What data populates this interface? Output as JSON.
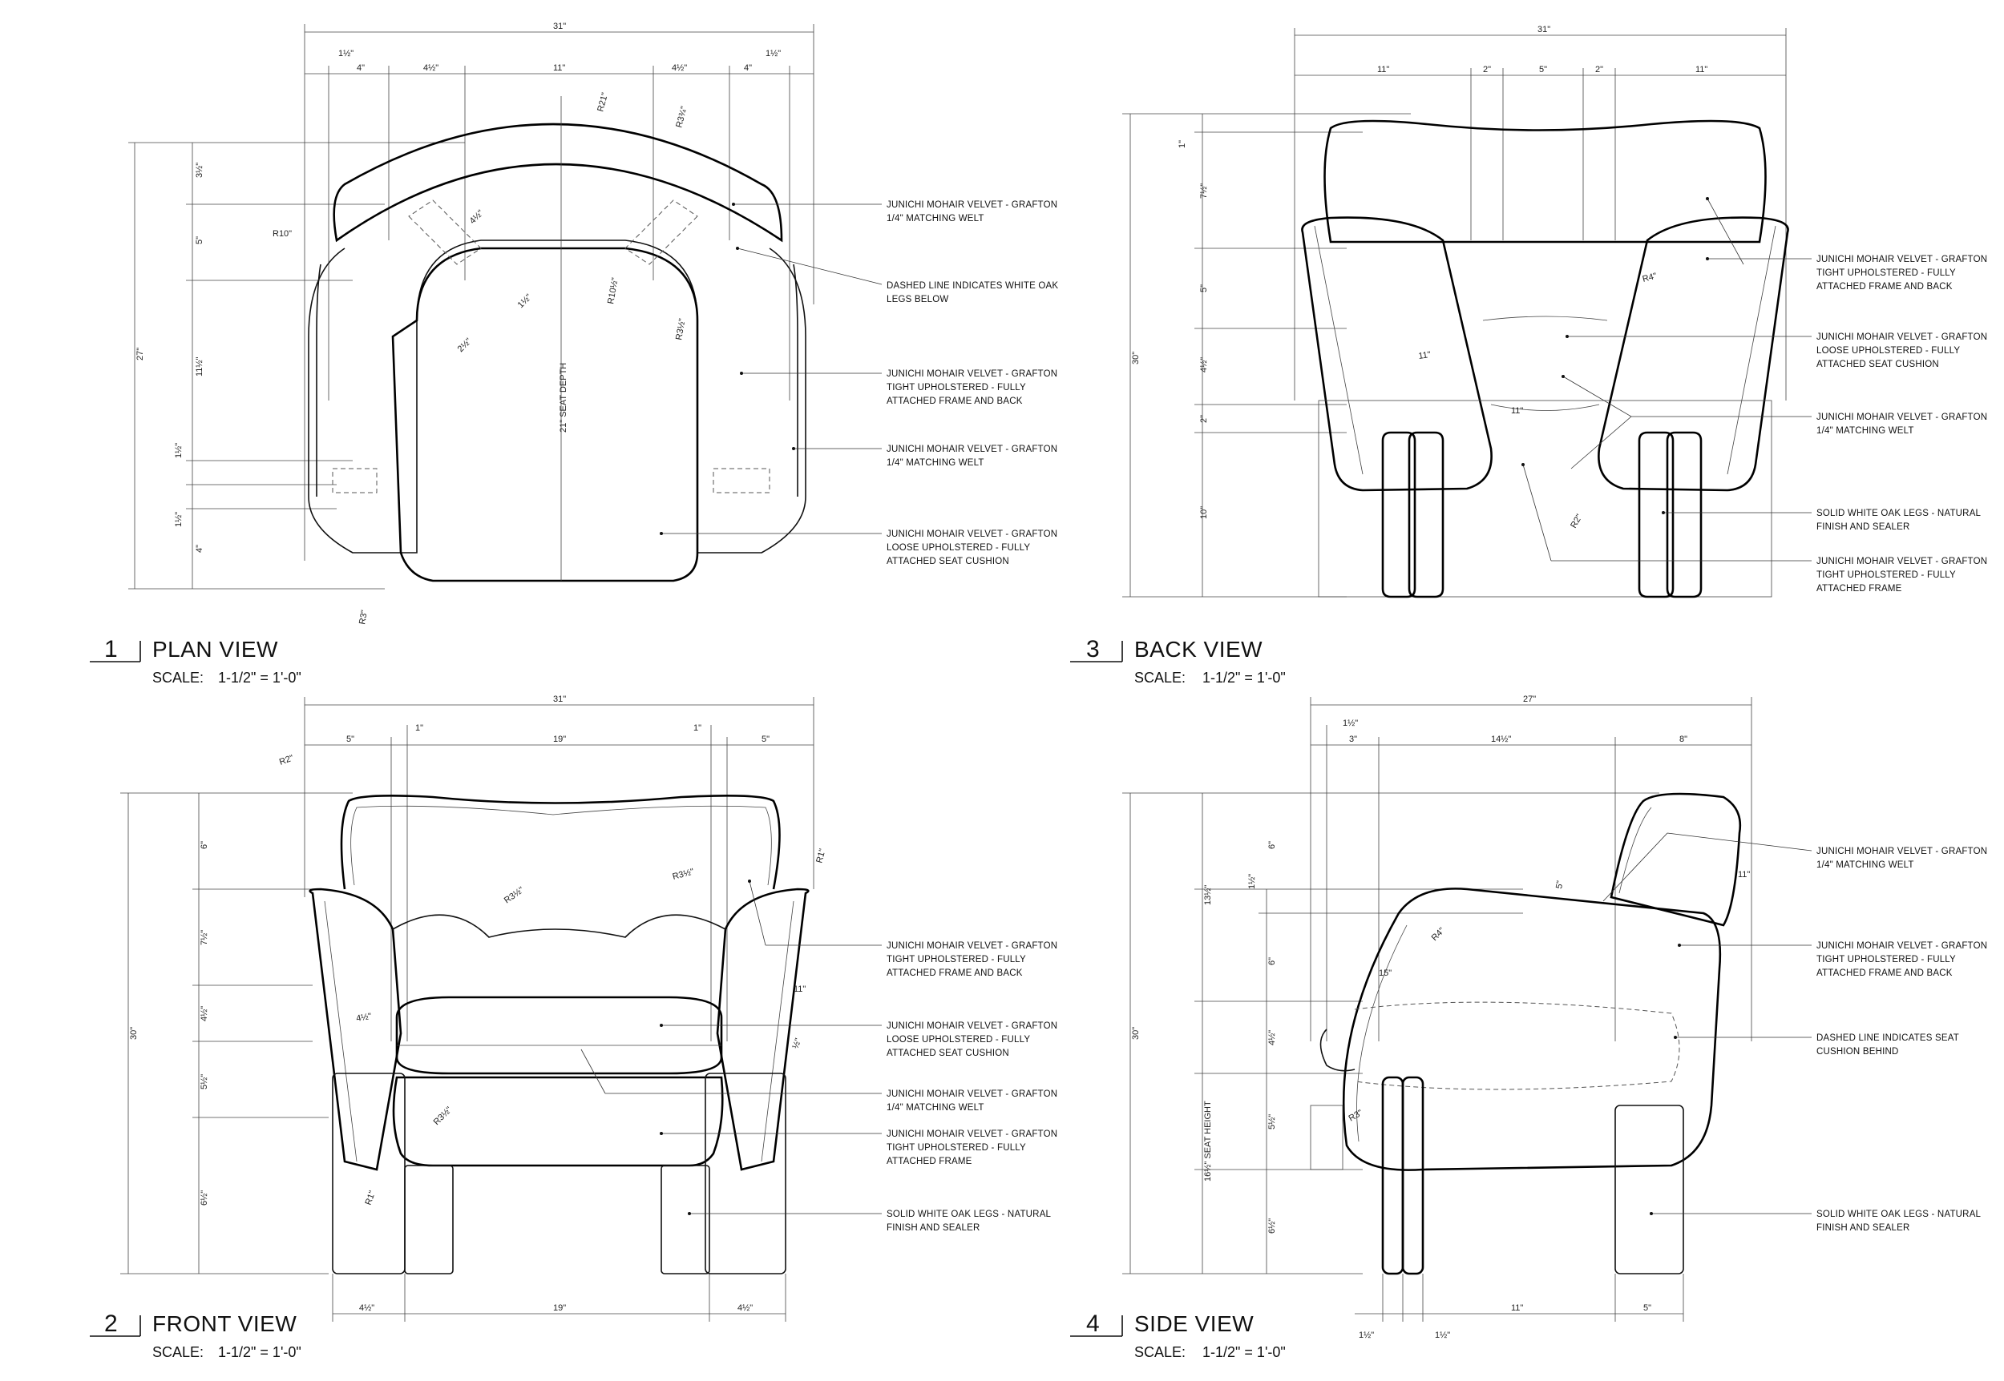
{
  "views": [
    {
      "number": "1",
      "title": "PLAN VIEW",
      "scale_label": "SCALE:",
      "scale_value": "1-1/2\" = 1'-0\"",
      "dims_top": [
        "31\"",
        "1½\"",
        "1½\"",
        "4\"",
        "4½\"",
        "11\"",
        "4½\"",
        "4\""
      ],
      "dims_left": [
        "27\"",
        "3½\"",
        "5\"",
        "11½\"",
        "1½\"",
        "1½\"",
        "4\""
      ],
      "dims_inner": [
        "R21\"",
        "R3¾\"",
        "R10\"",
        "4½\"",
        "1½\"",
        "2½\"",
        "R10½\"",
        "R3½\"",
        "21\" SEAT DEPTH",
        "R3\""
      ],
      "notes": [
        [
          "JUNICHI MOHAIR VELVET - GRAFTON",
          "1/4\" MATCHING WELT"
        ],
        [
          "DASHED LINE INDICATES WHITE OAK",
          "LEGS BELOW"
        ],
        [
          "JUNICHI MOHAIR VELVET - GRAFTON",
          "TIGHT UPHOLSTERED - FULLY",
          "ATTACHED FRAME AND BACK"
        ],
        [
          "JUNICHI MOHAIR VELVET - GRAFTON",
          "1/4\" MATCHING WELT"
        ],
        [
          "JUNICHI MOHAIR VELVET - GRAFTON",
          "LOOSE UPHOLSTERED - FULLY",
          "ATTACHED SEAT CUSHION"
        ]
      ]
    },
    {
      "number": "3",
      "title": "BACK VIEW",
      "scale_label": "SCALE:",
      "scale_value": "1-1/2\" = 1'-0\"",
      "dims_top": [
        "31\"",
        "11\"",
        "2\"",
        "5\"",
        "2\"",
        "11\""
      ],
      "dims_left": [
        "30\"",
        "1\"",
        "7½\"",
        "5\"",
        "4½\"",
        "2\"",
        "10\""
      ],
      "dims_inner": [
        "R4\"",
        "11\"",
        "11\"",
        "R2\""
      ],
      "notes": [
        [
          "JUNICHI MOHAIR VELVET - GRAFTON",
          "TIGHT UPHOLSTERED - FULLY",
          "ATTACHED FRAME AND BACK"
        ],
        [
          "JUNICHI MOHAIR VELVET - GRAFTON",
          "LOOSE UPHOLSTERED - FULLY",
          "ATTACHED SEAT CUSHION"
        ],
        [
          "JUNICHI MOHAIR VELVET - GRAFTON",
          "1/4\" MATCHING WELT"
        ],
        [
          "SOLID WHITE OAK LEGS - NATURAL",
          "FINISH AND SEALER"
        ],
        [
          "JUNICHI MOHAIR VELVET - GRAFTON",
          "TIGHT UPHOLSTERED - FULLY",
          "ATTACHED FRAME"
        ]
      ]
    },
    {
      "number": "2",
      "title": "FRONT VIEW",
      "scale_label": "SCALE:",
      "scale_value": "1-1/2\" = 1'-0\"",
      "dims_top": [
        "31\"",
        "1\"",
        "1\"",
        "5\"",
        "19\"",
        "5\""
      ],
      "dims_bottom": [
        "4½\"",
        "19\"",
        "4½\""
      ],
      "dims_left": [
        "30\"",
        "6\"",
        "7½\"",
        "4½\"",
        "5½\"",
        "6½\""
      ],
      "dims_inner": [
        "R2\"",
        "R1\"",
        "R3½\"",
        "R3½\"",
        "4½\"",
        "11\"",
        "½\"",
        "R3½\"",
        "R1\""
      ],
      "notes": [
        [
          "JUNICHI MOHAIR VELVET - GRAFTON",
          "TIGHT UPHOLSTERED - FULLY",
          "ATTACHED FRAME AND BACK"
        ],
        [
          "JUNICHI MOHAIR VELVET - GRAFTON",
          "LOOSE UPHOLSTERED - FULLY",
          "ATTACHED SEAT CUSHION"
        ],
        [
          "JUNICHI MOHAIR VELVET - GRAFTON",
          "1/4\" MATCHING WELT"
        ],
        [
          "JUNICHI MOHAIR VELVET - GRAFTON",
          "TIGHT UPHOLSTERED - FULLY",
          "ATTACHED FRAME"
        ],
        [
          "SOLID WHITE OAK LEGS - NATURAL",
          "FINISH AND SEALER"
        ]
      ]
    },
    {
      "number": "4",
      "title": "SIDE VIEW",
      "scale_label": "SCALE:",
      "scale_value": "1-1/2\" = 1'-0\"",
      "dims_top": [
        "27\"",
        "1½\"",
        "3\"",
        "14½\"",
        "8\""
      ],
      "dims_bottom": [
        "1½\"",
        "1½\"",
        "11\"",
        "5\""
      ],
      "dims_left": [
        "30\"",
        "6\"",
        "13½\"",
        "1½\"",
        "6\"",
        "4½\"",
        "5½\"",
        "6½\"",
        "16½\" SEAT HEIGHT"
      ],
      "dims_inner": [
        "11\"",
        "5\"",
        "R4\"",
        "15\"",
        "R3\""
      ],
      "notes": [
        [
          "JUNICHI MOHAIR VELVET - GRAFTON",
          "1/4\" MATCHING WELT"
        ],
        [
          "JUNICHI MOHAIR VELVET - GRAFTON",
          "TIGHT UPHOLSTERED - FULLY",
          "ATTACHED FRAME AND BACK"
        ],
        [
          "DASHED LINE INDICATES SEAT",
          "CUSHION BEHIND"
        ],
        [
          "SOLID WHITE OAK LEGS - NATURAL",
          "FINISH AND SEALER"
        ]
      ]
    }
  ]
}
